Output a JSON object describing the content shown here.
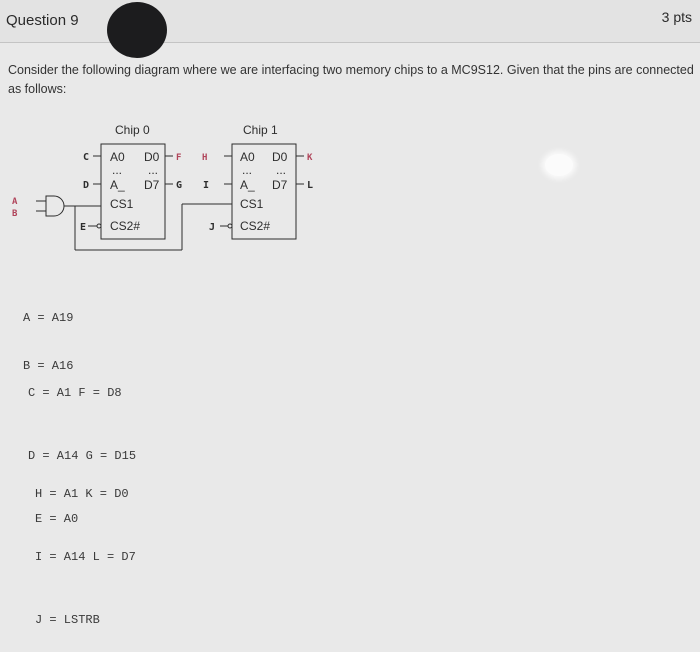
{
  "header": {
    "title": "Question 9",
    "points": "3 pts"
  },
  "prompt": "Consider the following diagram where we are interfacing two memory chips to a MC9S12. Given that the pins are connected as follows:",
  "diagram": {
    "chip0": {
      "title": "Chip 0",
      "pin_a0": "A0",
      "pin_d0": "D0",
      "dots": "...",
      "pin_a": "A_",
      "pin_d7": "D7",
      "pin_cs1": "CS1",
      "pin_cs2": "CS2#"
    },
    "chip1": {
      "title": "Chip 1",
      "pin_a0": "A0",
      "pin_d0": "D0",
      "dots": "...",
      "pin_a": "A_",
      "pin_d7": "D7",
      "pin_cs1": "CS1",
      "pin_cs2": "CS2#"
    },
    "labels": {
      "a": "A",
      "b": "B",
      "c": "C",
      "d": "D",
      "e": "E",
      "f": "F",
      "g": "G",
      "h": "H",
      "i": "I",
      "j": "J",
      "k": "K",
      "l": "L"
    }
  },
  "mapping": {
    "gate": [
      "A = A19",
      "B = A16"
    ],
    "chip0": [
      "C = A1 F = D8",
      "D = A14 G = D15",
      "E = A0"
    ],
    "chip1": [
      "H = A1 K = D0",
      "I = A14 L = D7",
      "J = LSTRB"
    ]
  }
}
